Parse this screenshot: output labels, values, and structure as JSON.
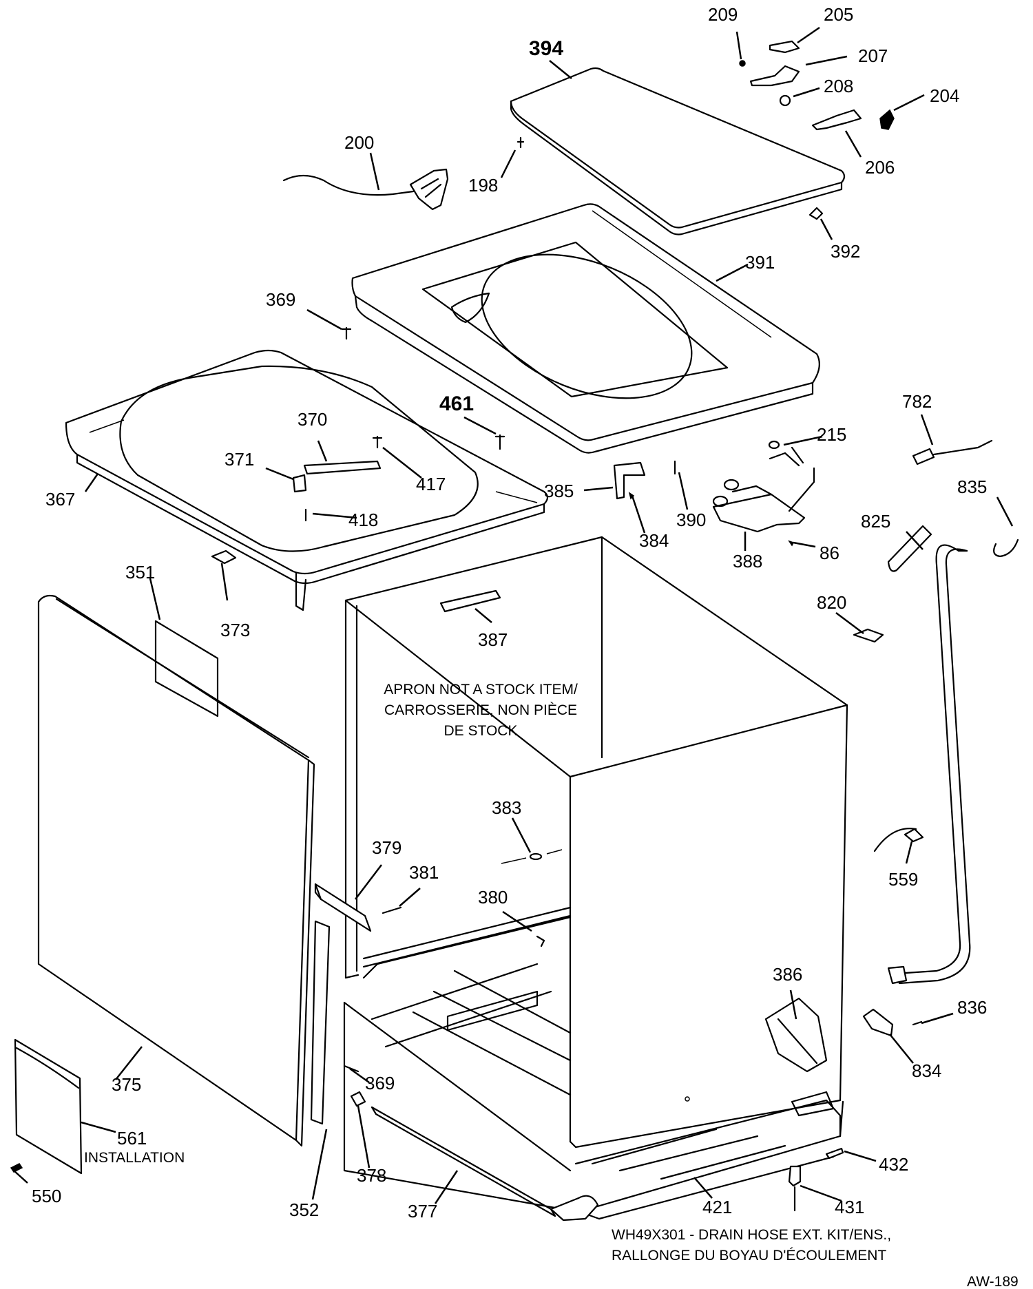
{
  "labels": {
    "p394": "394",
    "p209": "209",
    "p205": "205",
    "p207": "207",
    "p208": "208",
    "p204": "204",
    "p206": "206",
    "p198": "198",
    "p200": "200",
    "p392": "392",
    "p391": "391",
    "p369a": "369",
    "p782": "782",
    "p461": "461",
    "p215": "215",
    "p370": "370",
    "p371": "371",
    "p417": "417",
    "p835": "835",
    "p367": "367",
    "p385": "385",
    "p825": "825",
    "p418": "418",
    "p390": "390",
    "p384": "384",
    "p86": "86",
    "p388": "388",
    "p351": "351",
    "p373": "373",
    "p820": "820",
    "p387": "387",
    "p383": "383",
    "p379": "379",
    "p381": "381",
    "p559": "559",
    "p380": "380",
    "p386": "386",
    "p836": "836",
    "p369b": "369",
    "p834": "834",
    "p375": "375",
    "p561": "561",
    "p432": "432",
    "p378": "378",
    "p550": "550",
    "p352": "352",
    "p377": "377",
    "p421": "421",
    "p431": "431"
  },
  "notes": {
    "apron_line1": "APRON NOT A STOCK ITEM/",
    "apron_line2": "CARROSSERIE, NON PIÈCE",
    "apron_line3": "DE STOCK",
    "installation": "INSTALLATION",
    "kit_line1": "WH49X301 - DRAIN HOSE EXT. KIT/ENS.,",
    "kit_line2": "RALLONGE DU BOYAU D'ÉCOULEMENT",
    "figure_code": "AW-189"
  }
}
